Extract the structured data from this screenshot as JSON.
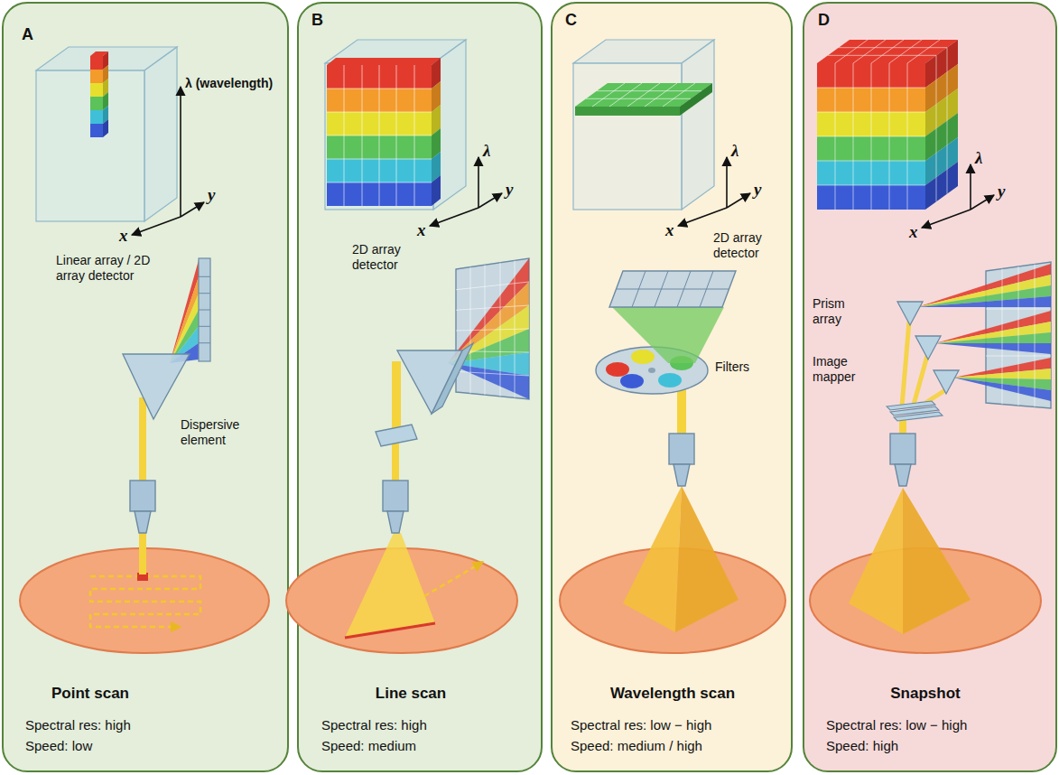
{
  "diagram": {
    "nodes": [
      {
        "text": [
          "A",
          "Point scan",
          "Spectral res: high",
          "Speed: low"
        ]
      },
      {
        "text": [
          "B",
          "Line scan",
          "Spectral res: high",
          "Speed: medium"
        ]
      },
      {
        "text": [
          "C",
          "Wavelength scan",
          "Spectral res: low − high",
          "Speed: medium / high"
        ]
      },
      {
        "text": [
          "D",
          "Snapshot",
          "Spectral res: low − high",
          "Speed: high"
        ]
      }
    ],
    "labels": [
      "λ (wavelength)",
      "x",
      "y",
      "Linear array / 2D array detector",
      "Dispersive element",
      "λ",
      "x",
      "y",
      "2D array detector",
      "λ",
      "x",
      "y",
      "2D array detector",
      "Filters",
      "λ",
      "x",
      "y",
      "Prism array",
      "Image mapper"
    ]
  }
}
